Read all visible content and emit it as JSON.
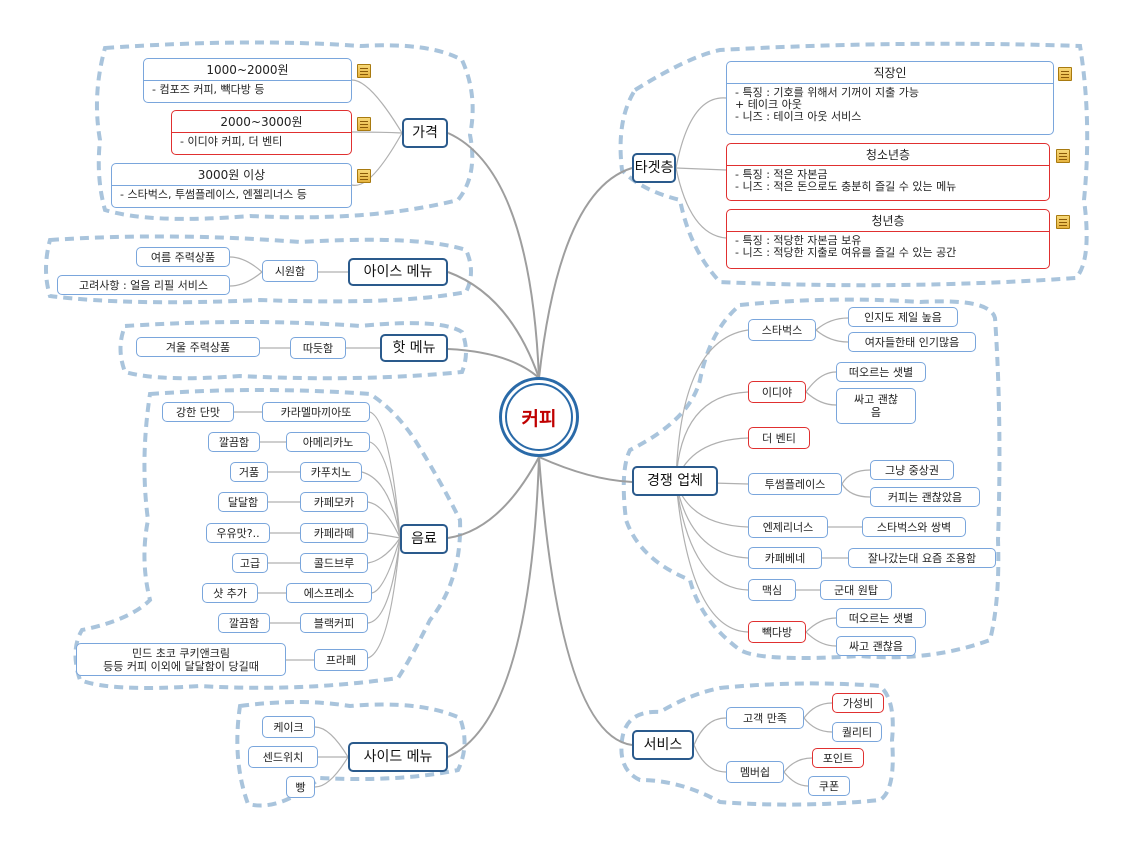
{
  "center": {
    "label": "커피"
  },
  "price": {
    "label": "가격",
    "items": [
      {
        "title": "1000~2000원",
        "body": "- 컴포즈 커피, 빽다방 등"
      },
      {
        "title": "2000~3000원",
        "body": "- 이디야 커피, 더 벤티"
      },
      {
        "title": "3000원 이상",
        "body": "- 스타벅스, 투썸플레이스, 엔젤리너스 등"
      }
    ]
  },
  "ice": {
    "label": "아이스 메뉴",
    "sub": "시원함",
    "leaves": [
      "여름 주력상품",
      "고려사항 : 얼음 리필 서비스"
    ]
  },
  "hot": {
    "label": "핫 메뉴",
    "sub": "따듯함",
    "leaf": "겨울 주력상품"
  },
  "drinks": {
    "label": "음료",
    "items": [
      {
        "name": "카라멜마끼아또",
        "note": "강한 단맛"
      },
      {
        "name": "아메리카노",
        "note": "깔끔함"
      },
      {
        "name": "카푸치노",
        "note": "거품"
      },
      {
        "name": "카페모카",
        "note": "달달함"
      },
      {
        "name": "카페라떼",
        "note": "우유맛?.."
      },
      {
        "name": "콜드브루",
        "note": "고급"
      },
      {
        "name": "에스프레소",
        "note": "샷 추가"
      },
      {
        "name": "블랙커피",
        "note": "깔끔함"
      },
      {
        "name": "프라페",
        "note": "민드 초코 쿠키앤크림\n등등 커피 이외에 달달함이 당길때"
      }
    ]
  },
  "side": {
    "label": "사이드 메뉴",
    "items": [
      "케이크",
      "센드위치",
      "빵"
    ]
  },
  "target": {
    "label": "타겟층",
    "items": [
      {
        "title": "직장인",
        "body": "- 특징 : 기호를 위해서 기꺼이 지출 가능\n              + 테이크 아웃\n- 니즈 : 테이크 아웃 서비스"
      },
      {
        "title": "청소년층",
        "body": "- 특징 : 적은 자본금\n- 니즈 : 적은 돈으로도 충분히 즐길 수 있는 메뉴"
      },
      {
        "title": "청년층",
        "body": "- 특징 : 적당한 자본금 보유\n- 니즈 : 적당한 지출로 여유를 즐길 수 있는 공간"
      }
    ]
  },
  "competitors": {
    "label": "경쟁 업체",
    "items": [
      {
        "name": "스타벅스",
        "notes": [
          "인지도 제일 높음",
          "여자들한태 인기많음"
        ]
      },
      {
        "name": "이디야",
        "notes": [
          "떠오르는 샛별",
          "싸고 괜찮\n음"
        ]
      },
      {
        "name": "더 벤티",
        "notes": []
      },
      {
        "name": "투썸플레이스",
        "notes": [
          "그냥 중상권",
          "커피는 괜찮았음"
        ]
      },
      {
        "name": "엔제리너스",
        "notes": [
          "스타벅스와 쌍벽"
        ]
      },
      {
        "name": "카페베네",
        "notes": [
          "잘나갔는대 요즘 조용함"
        ]
      },
      {
        "name": "맥심",
        "notes": [
          "군대 원탑"
        ]
      },
      {
        "name": "빽다방",
        "notes": [
          "떠오르는 샛별",
          "싸고 괜찮음"
        ]
      }
    ]
  },
  "service": {
    "label": "서비스",
    "items": [
      {
        "name": "고객 만족",
        "notes": [
          "가성비",
          "퀄리티"
        ]
      },
      {
        "name": "멤버쉽",
        "notes": [
          "포인트",
          "쿠폰"
        ]
      }
    ]
  },
  "colors": {
    "branch": "#2a5a8c",
    "node_border": "#7aa6dc",
    "highlight": "#e03030",
    "cloud": "#a9c4dc",
    "line": "#9e9e9e",
    "center_text": "#c00000"
  }
}
